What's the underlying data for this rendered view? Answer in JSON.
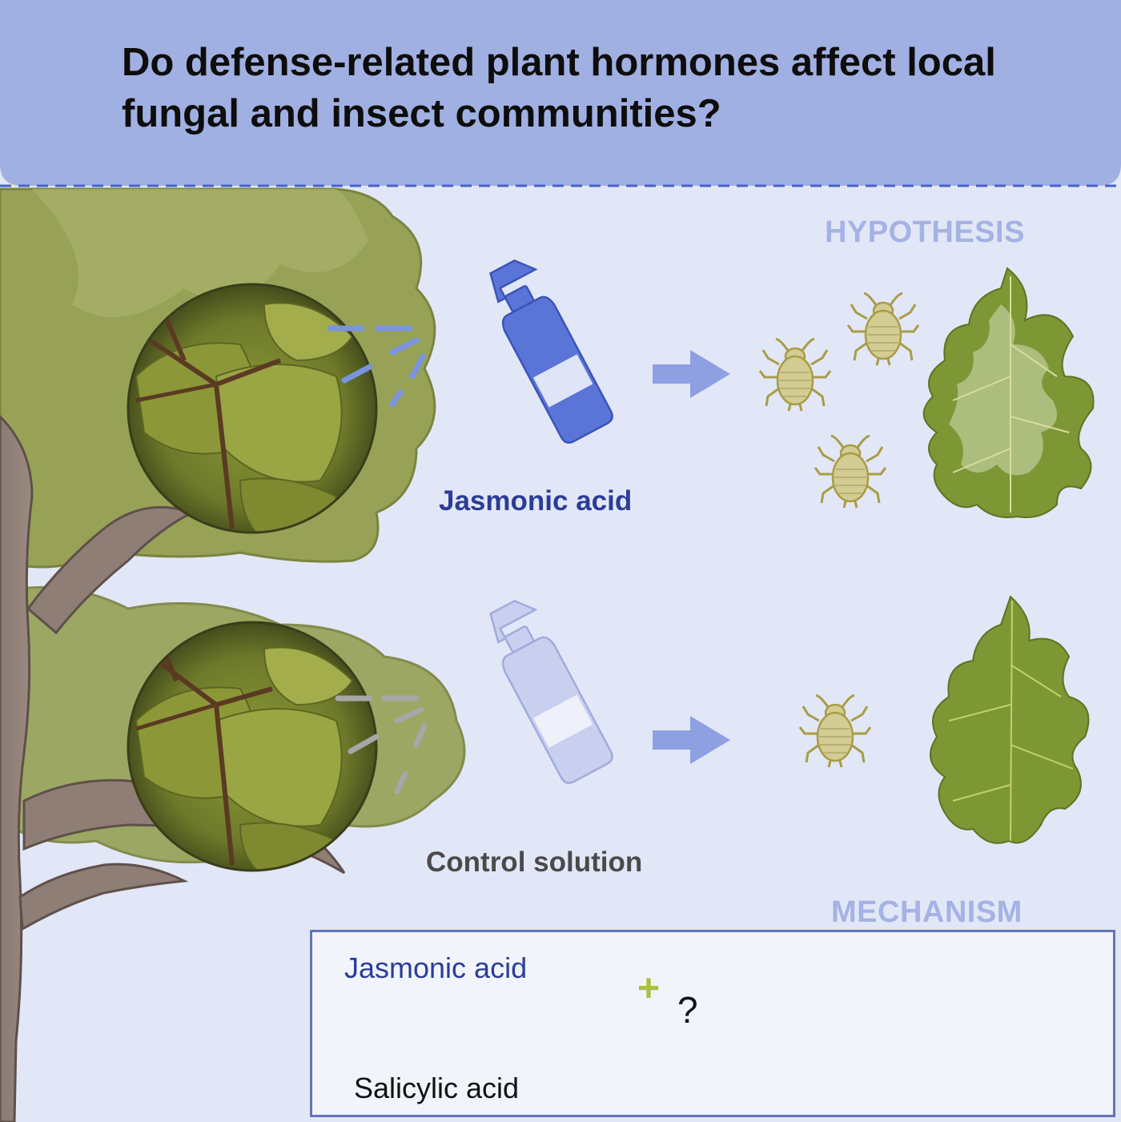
{
  "header": {
    "question": "Do defense-related plant hormones affect local fungal and insect communities?"
  },
  "sections": {
    "hypothesis": "HYPOTHESIS",
    "mechanism": "MECHANISM"
  },
  "treatments": {
    "jasmonic": "Jasmonic acid",
    "control": "Control solution"
  },
  "mechanism_box": {
    "top_hormone": "Jasmonic acid",
    "bottom_hormone": "Salicylic acid",
    "plus_sign": "+",
    "question_mark": "?"
  },
  "colors": {
    "header_band": "#a1b0e2",
    "background": "#e2e7f7",
    "jasmonic_blue": "#2b3d96",
    "control_gray": "#4a4a4a",
    "section_label": "#a4b2e4",
    "inhibit_red": "#b52a1f",
    "promote_green": "#a8c23e",
    "arrow_blue": "#8ea0e2",
    "insect_fill": "#d3cc93",
    "leaf_green": "#7c9734"
  }
}
